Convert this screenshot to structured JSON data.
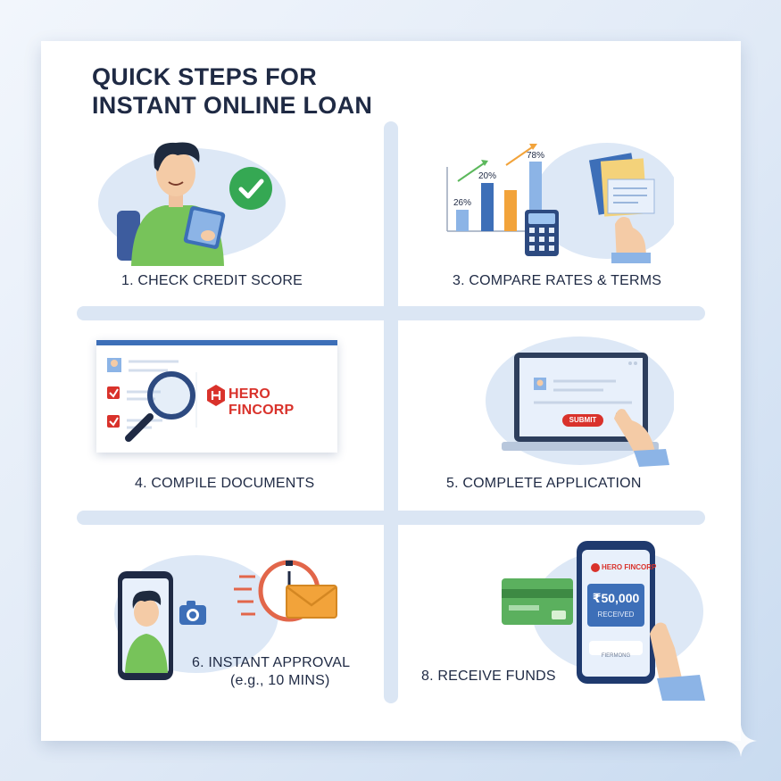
{
  "title": {
    "line1": "QUICK STEPS FOR",
    "line2": "INSTANT ONLINE LOAN"
  },
  "steps": [
    {
      "label": "1. CHECK CREDIT SCORE"
    },
    {
      "label": "3. COMPARE RATES & TERMS"
    },
    {
      "label": "4. COMPILE DOCUMENTS"
    },
    {
      "label": "5. COMPLETE APPLICATION"
    },
    {
      "label": "6. INSTANT APPROVAL",
      "sub": "(e.g., 10 MINS)"
    },
    {
      "label": "8. RECEIVE FUNDS"
    }
  ],
  "chart": {
    "labels": [
      "26%",
      "20%",
      "78%"
    ]
  },
  "brand": {
    "name": "HERO FINCORP",
    "name_small": "HERO FINCORP"
  },
  "application": {
    "submit_label": "SUBMIT"
  },
  "funds": {
    "amount": "₹50,000",
    "status": "RECEIVED",
    "footer": "FIERMONG"
  },
  "colors": {
    "accent_green": "#35a853",
    "accent_blue": "#3d6fb8",
    "accent_orange": "#f2a33a",
    "brand_red": "#d9322b",
    "text_dark": "#1f2a44",
    "divider": "#dbe6f4"
  },
  "icons": [
    "check-icon",
    "calculator-icon",
    "magnifier-icon",
    "camera-icon",
    "clock-icon",
    "envelope-icon",
    "credit-card-icon",
    "sparkle-icon"
  ]
}
